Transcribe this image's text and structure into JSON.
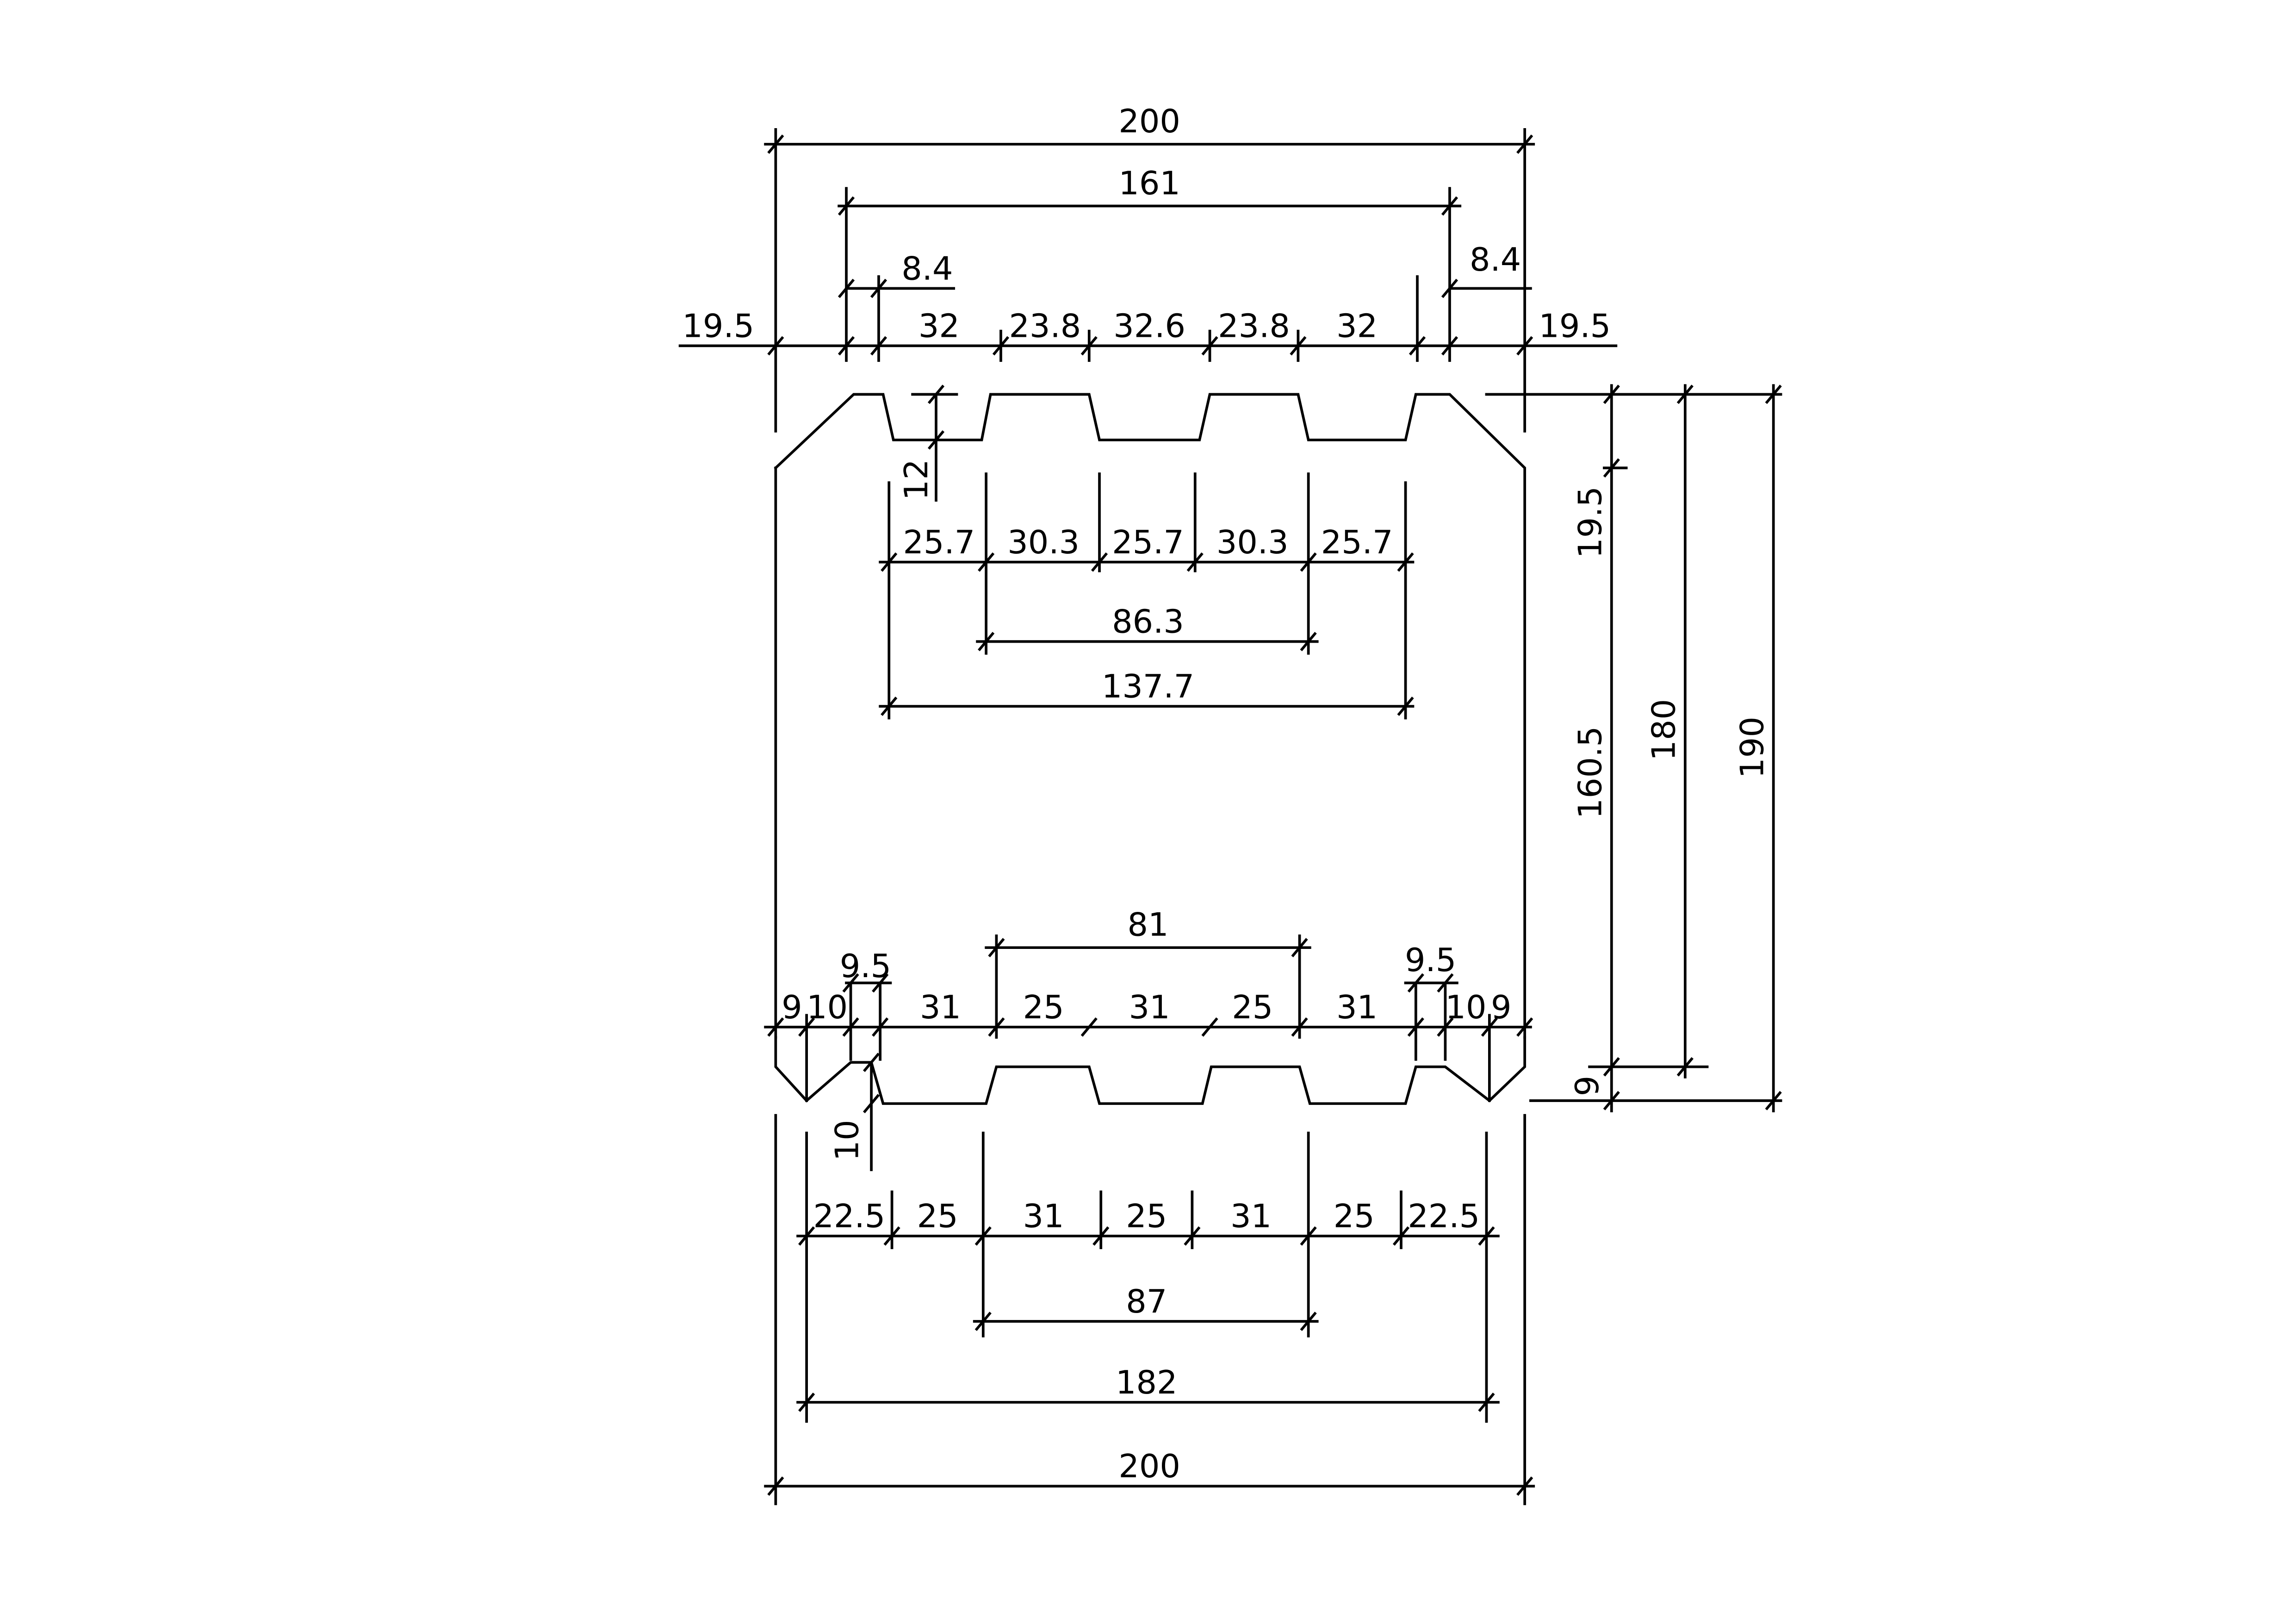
{
  "drawing": {
    "colors": {
      "background": "#ffffff",
      "line": "#000000"
    },
    "top_dims": {
      "overall_width": "200",
      "inner_width": "161",
      "left_small": "8.4",
      "right_small": "8.4",
      "left_edge": "19.5",
      "right_edge": "19.5",
      "segments": [
        "32",
        "23.8",
        "32.6",
        "23.8",
        "32"
      ]
    },
    "rib_top": {
      "depth": "12",
      "segments": [
        "25.7",
        "30.3",
        "25.7",
        "30.3",
        "25.7"
      ],
      "middle_span": "86.3",
      "overall": "137.7"
    },
    "bottom_rib_dims": {
      "span": "81",
      "left_small": "9.5",
      "right_small": "9.5",
      "left_parts": [
        "9",
        "10"
      ],
      "right_parts": [
        "10",
        "9"
      ],
      "segments": [
        "31",
        "25",
        "31",
        "25",
        "31"
      ],
      "notch_depth": "10"
    },
    "right_dims": {
      "top_part": "19.5",
      "middle_part": "160.5",
      "bottom_part": "9",
      "height_180": "180",
      "height_190": "190"
    },
    "bottom_dims": {
      "segments": [
        "22.5",
        "25",
        "31",
        "25",
        "31",
        "25",
        "22.5"
      ],
      "middle_span": "87",
      "span_182": "182",
      "overall_width": "200"
    }
  }
}
